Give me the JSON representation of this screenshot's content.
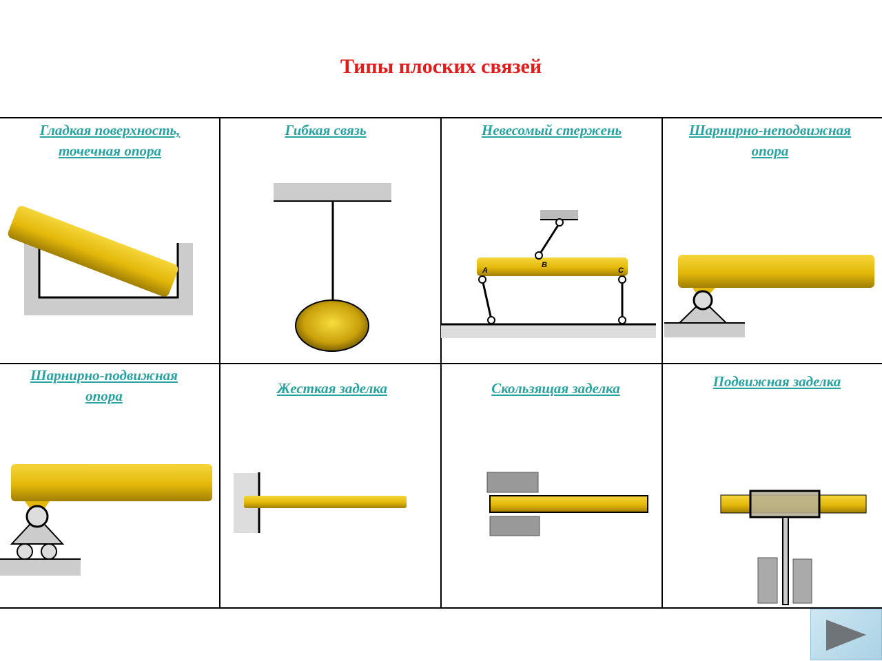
{
  "title": "Типы плоских связей",
  "cells": [
    {
      "id": "smooth-surface",
      "line1": "Гладкая поверхность,",
      "line2": "точечная опора"
    },
    {
      "id": "flexible-link",
      "line1": "Гибкая связь",
      "line2": ""
    },
    {
      "id": "weightless-rod",
      "line1": "Невесомый стержень",
      "line2": ""
    },
    {
      "id": "fixed-hinge",
      "line1": "Шарнирно-неподвижная",
      "line2": "опора"
    },
    {
      "id": "movable-hinge",
      "line1": "Шарнирно-подвижная",
      "line2": "опора"
    },
    {
      "id": "rigid-fixing",
      "line1": "Жесткая заделка",
      "line2": ""
    },
    {
      "id": "sliding-fixing",
      "line1": "Скользящая заделка",
      "line2": ""
    },
    {
      "id": "movable-fixing",
      "line1": "Подвижная заделка",
      "line2": ""
    }
  ],
  "points": {
    "a": "A",
    "b": "B",
    "c": "C"
  },
  "colors": {
    "title": "#e31b1b",
    "label": "#27a3a0",
    "beam": "#e8c20c",
    "support": "#cccccc",
    "line": "#000000"
  }
}
